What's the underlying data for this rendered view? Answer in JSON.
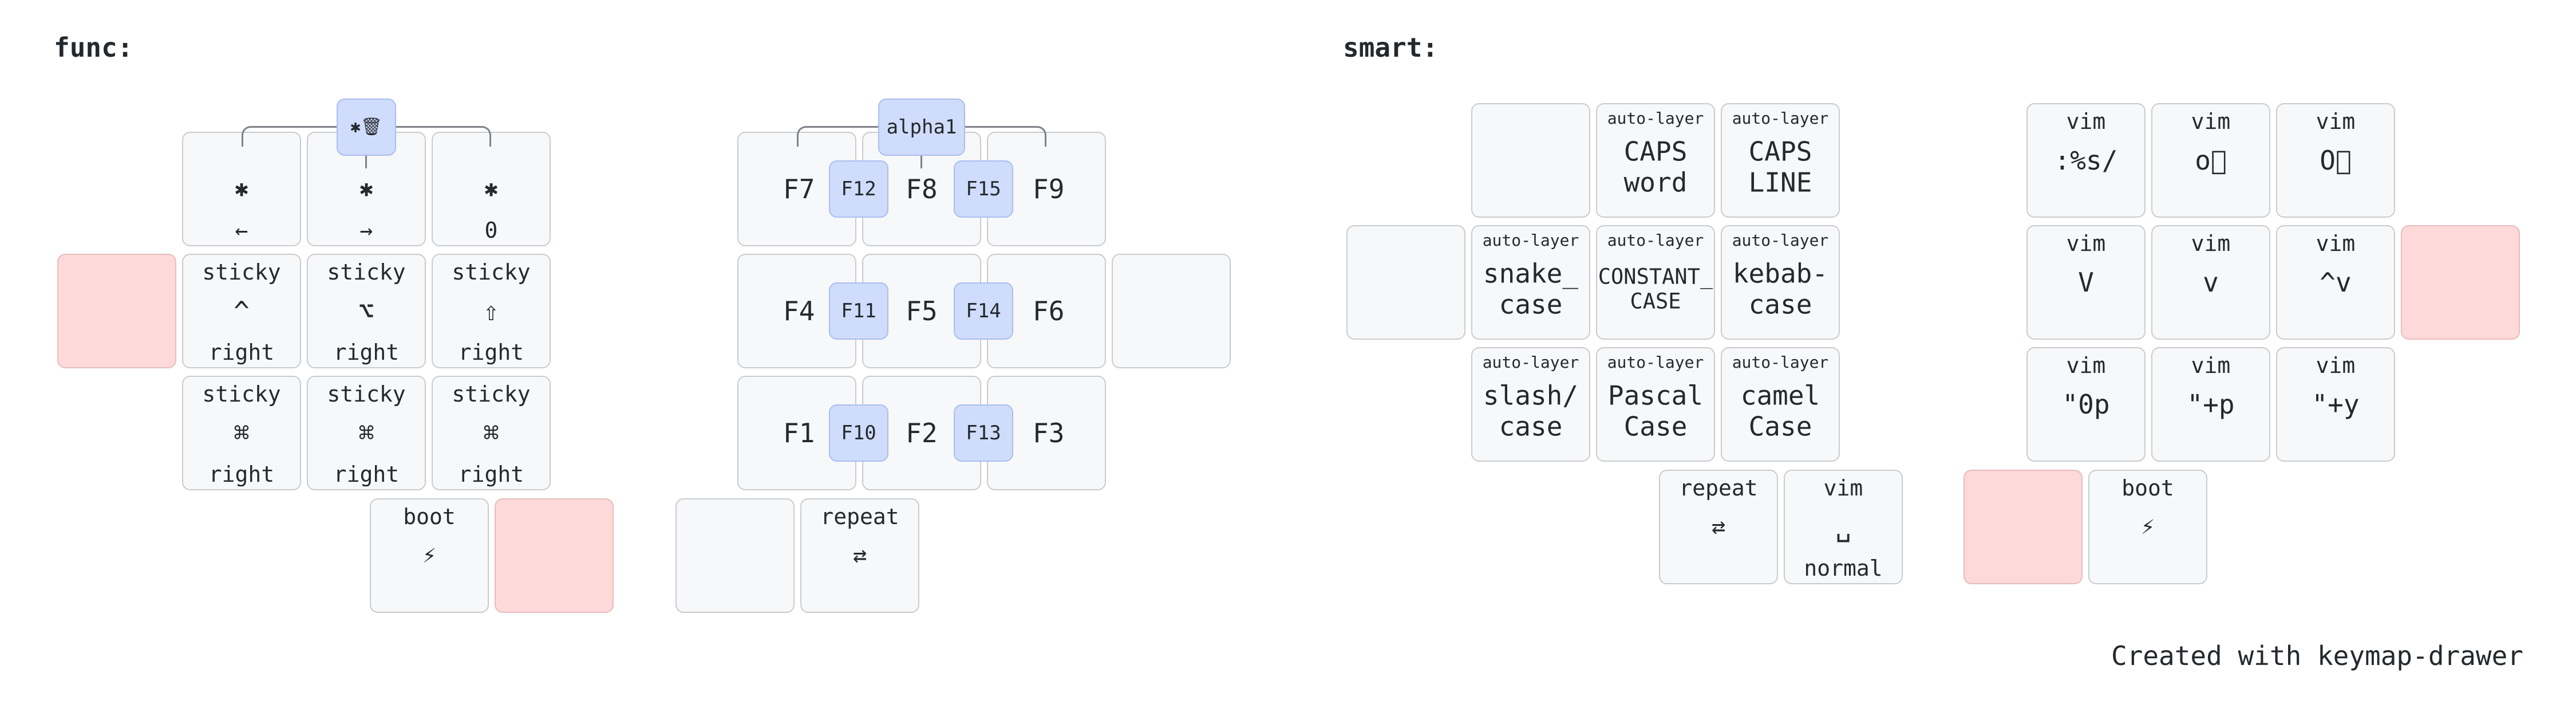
{
  "layers": {
    "func": {
      "title": "func:"
    },
    "smart": {
      "title": "smart:"
    }
  },
  "func": {
    "left": {
      "k_bt_prev": {
        "tap": "✱",
        "sub": "←"
      },
      "k_bt_next": {
        "tap": "✱",
        "sub": "→"
      },
      "k_bt_0": {
        "tap": "✱",
        "sub": "0"
      },
      "k_ctrl": {
        "hold": "sticky",
        "tap": "^",
        "sub": "right"
      },
      "k_alt": {
        "hold": "sticky",
        "tap": "⌥",
        "sub": "right"
      },
      "k_shift": {
        "hold": "sticky",
        "tap": "⇧",
        "sub": "right"
      },
      "k_cmd1": {
        "hold": "sticky",
        "tap": "⌘",
        "sub": "right"
      },
      "k_cmd2": {
        "hold": "sticky",
        "tap": "⌘",
        "sub": "right"
      },
      "k_cmd3": {
        "hold": "sticky",
        "tap": "⌘",
        "sub": "right"
      },
      "k_boot": {
        "hold": "boot",
        "tap": "⚡"
      },
      "combo_bt_clear": {
        "tap": "✱🗑"
      }
    },
    "right": {
      "k_f7": {
        "tap": "F7"
      },
      "k_f8": {
        "tap": "F8"
      },
      "k_f9": {
        "tap": "F9"
      },
      "k_f4": {
        "tap": "F4"
      },
      "k_f5": {
        "tap": "F5"
      },
      "k_f6": {
        "tap": "F6"
      },
      "k_f1": {
        "tap": "F1"
      },
      "k_f2": {
        "tap": "F2"
      },
      "k_f3": {
        "tap": "F3"
      },
      "k_repeat": {
        "hold": "repeat",
        "tap": "⇄"
      },
      "combo_f12": "F12",
      "combo_f15": "F15",
      "combo_f11": "F11",
      "combo_f14": "F14",
      "combo_f10": "F10",
      "combo_f13": "F13",
      "combo_alpha1": "alpha1"
    }
  },
  "smart": {
    "left": {
      "k_caps_word": {
        "hold": "auto-layer",
        "tap": "CAPS\nword"
      },
      "k_caps_line": {
        "hold": "auto-layer",
        "tap": "CAPS\nLINE"
      },
      "k_snake": {
        "hold": "auto-layer",
        "tap": "snake_\ncase"
      },
      "k_constant": {
        "hold": "auto-layer",
        "tap": "CONSTANT_\nCASE"
      },
      "k_kebab": {
        "hold": "auto-layer",
        "tap": "kebab-\ncase"
      },
      "k_slash": {
        "hold": "auto-layer",
        "tap": "slash/\ncase"
      },
      "k_pascal": {
        "hold": "auto-layer",
        "tap": "Pascal\nCase"
      },
      "k_camel": {
        "hold": "auto-layer",
        "tap": "camel\nCase"
      },
      "k_repeat": {
        "hold": "repeat",
        "tap": "⇄"
      },
      "k_vim_space": {
        "hold": "vim",
        "tap": "␣",
        "sub": "normal"
      }
    },
    "right": {
      "k_sub": {
        "hold": "vim",
        "tap": ":%s/"
      },
      "k_o_lower": {
        "hold": "vim",
        "tap": "o⃠"
      },
      "k_o_upper": {
        "hold": "vim",
        "tap": "O⃠"
      },
      "k_V": {
        "hold": "vim",
        "tap": "V"
      },
      "k_v": {
        "hold": "vim",
        "tap": "v"
      },
      "k_ctrl_v": {
        "hold": "vim",
        "tap": "^v"
      },
      "k_paste0": {
        "hold": "vim",
        "tap": "\"0p"
      },
      "k_paste_plus": {
        "hold": "vim",
        "tap": "\"+p"
      },
      "k_yank_plus": {
        "hold": "vim",
        "tap": "\"+y"
      },
      "k_boot": {
        "hold": "boot",
        "tap": "⚡"
      }
    }
  },
  "footer": "Created with keymap-drawer"
}
